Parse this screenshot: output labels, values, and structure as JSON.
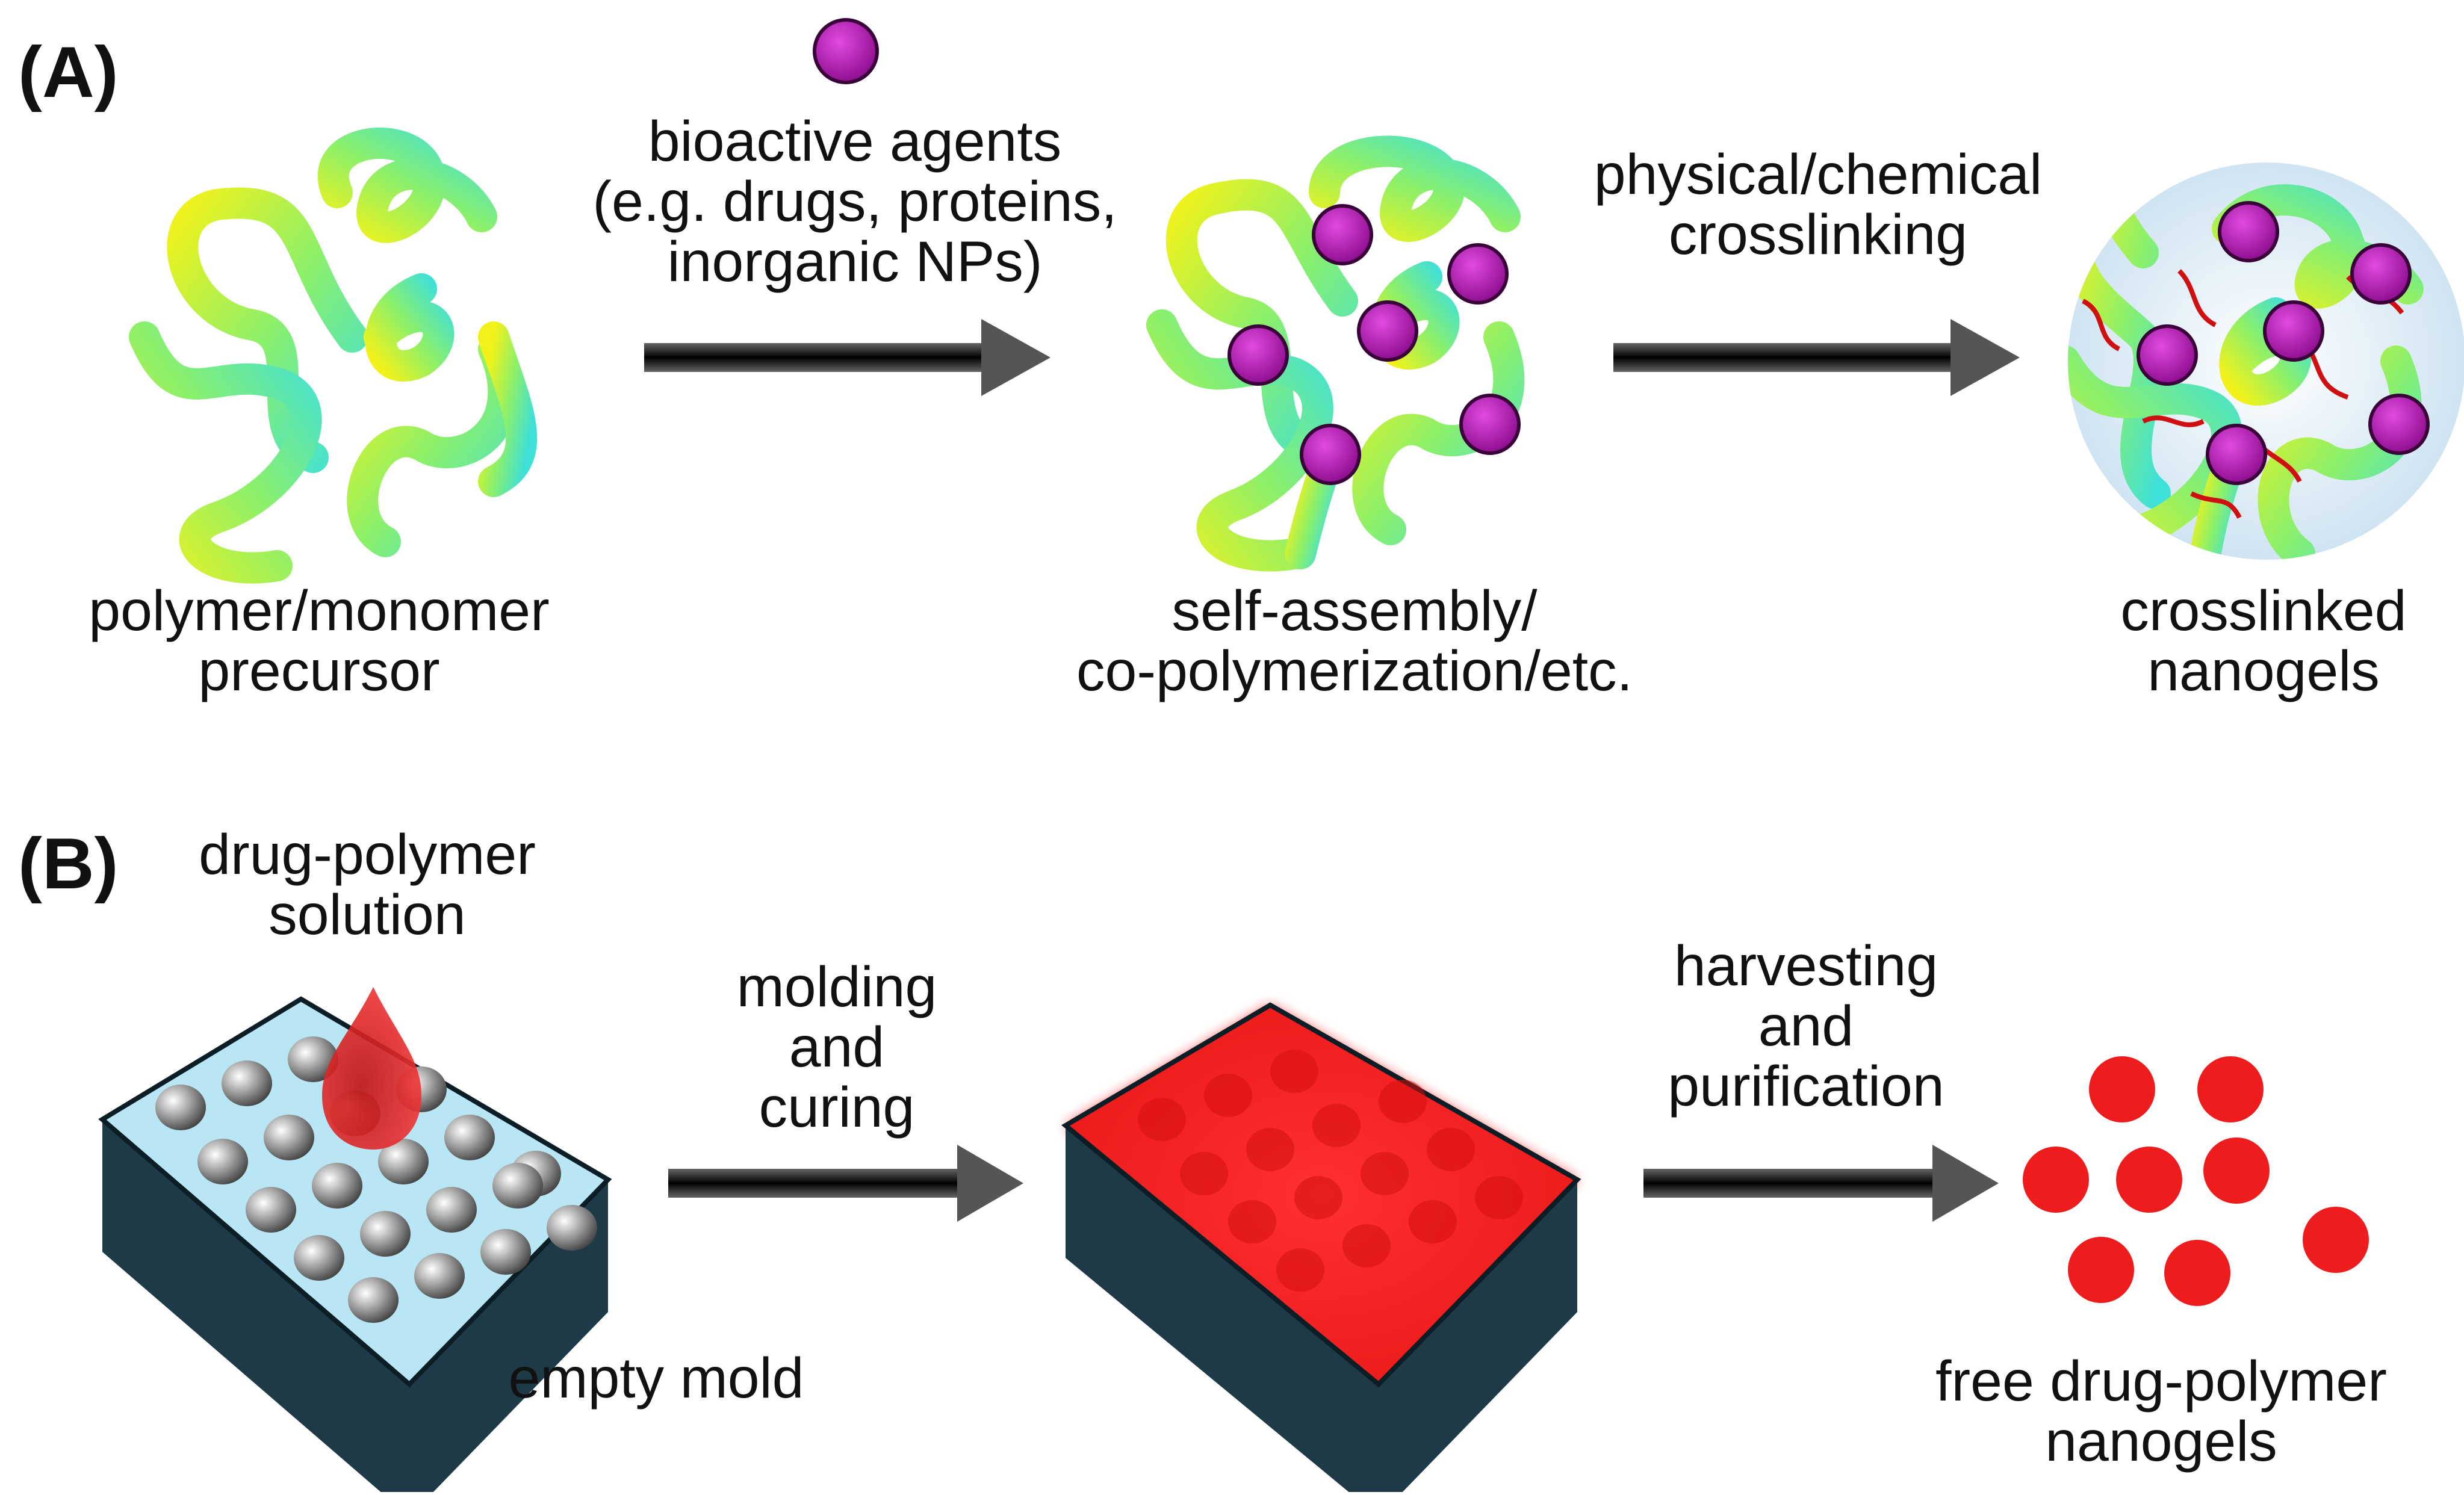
{
  "panel_a": {
    "tag": "(A)",
    "agent_label": [
      "bioactive agents",
      "(e.g. drugs, proteins,",
      "inorganic NPs)"
    ],
    "step1_label": [],
    "step2_label": [
      "physical/chemical",
      "crosslinking"
    ],
    "stage1_label": [
      "polymer/monomer",
      "precursor"
    ],
    "stage2_label": [
      "self-assembly/",
      "co-polymerization/etc."
    ],
    "stage3_label": [
      "crosslinked",
      "nanogels"
    ]
  },
  "panel_b": {
    "tag": "(B)",
    "solution_label": [
      "drug-polymer",
      "solution"
    ],
    "step1_label": [
      "molding",
      "and",
      "curing"
    ],
    "step2_label": [
      "harvesting",
      "and",
      "purification"
    ],
    "mold_label": [
      "empty mold"
    ],
    "product_label": [
      "free drug-polymer",
      "nanogels"
    ]
  },
  "colors": {
    "agent_purple": "#b01ab0",
    "polymer_yellow": "#f2f21a",
    "polymer_cyan": "#3fe0d8",
    "crosslink_red": "#d01010",
    "drug_red": "#ee1c1c",
    "mold_dark": "#1d3a46",
    "mold_surface": "#b9e6f5",
    "arrow_dark": "#444444"
  }
}
